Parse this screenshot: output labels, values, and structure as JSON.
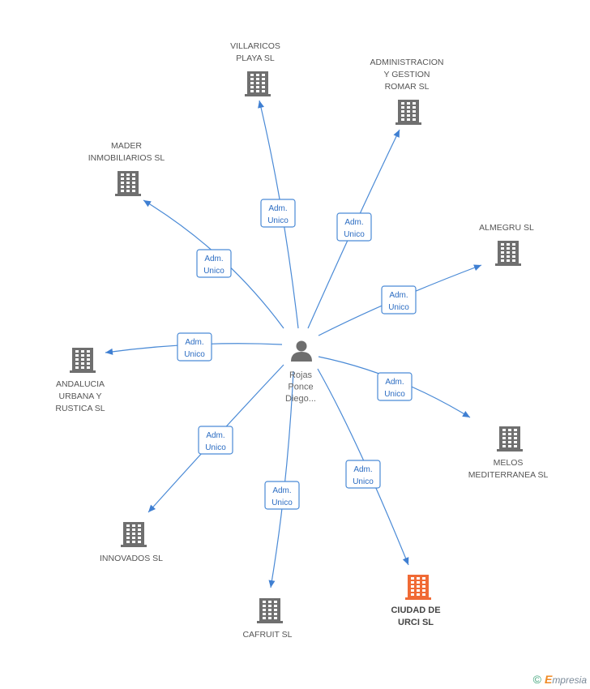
{
  "center": {
    "name_lines": [
      "Rojas",
      "Ponce",
      "Diego..."
    ],
    "icon": "person-icon"
  },
  "relation_label": [
    "Adm.",
    "Unico"
  ],
  "companies": [
    {
      "id": "villaricos",
      "lines": [
        "VILLARICOS",
        "PLAYA SL"
      ],
      "highlight": false
    },
    {
      "id": "administracion",
      "lines": [
        "ADMINISTRACION",
        "Y GESTION",
        "ROMAR SL"
      ],
      "highlight": false
    },
    {
      "id": "mader",
      "lines": [
        "MADER",
        "INMOBILIARIOS SL"
      ],
      "highlight": false
    },
    {
      "id": "almegru",
      "lines": [
        "ALMEGRU SL"
      ],
      "highlight": false
    },
    {
      "id": "andalucia",
      "lines": [
        "ANDALUCIA",
        "URBANA Y",
        "RUSTICA SL"
      ],
      "highlight": false
    },
    {
      "id": "melos",
      "lines": [
        "MELOS",
        "MEDITERRANEA SL"
      ],
      "highlight": false
    },
    {
      "id": "innovados",
      "lines": [
        "INNOVADOS SL"
      ],
      "highlight": false
    },
    {
      "id": "cafruit",
      "lines": [
        "CAFRUIT SL"
      ],
      "highlight": false
    },
    {
      "id": "ciudad",
      "lines": [
        "CIUDAD DE",
        "URCI SL"
      ],
      "highlight": true
    }
  ],
  "colors": {
    "edge": "#4a8ad6",
    "building": "#6f6f6f",
    "highlight": "#f06a35"
  },
  "footer": {
    "copyright": "©",
    "brand_initial": "E",
    "brand_rest": "mpresia"
  }
}
